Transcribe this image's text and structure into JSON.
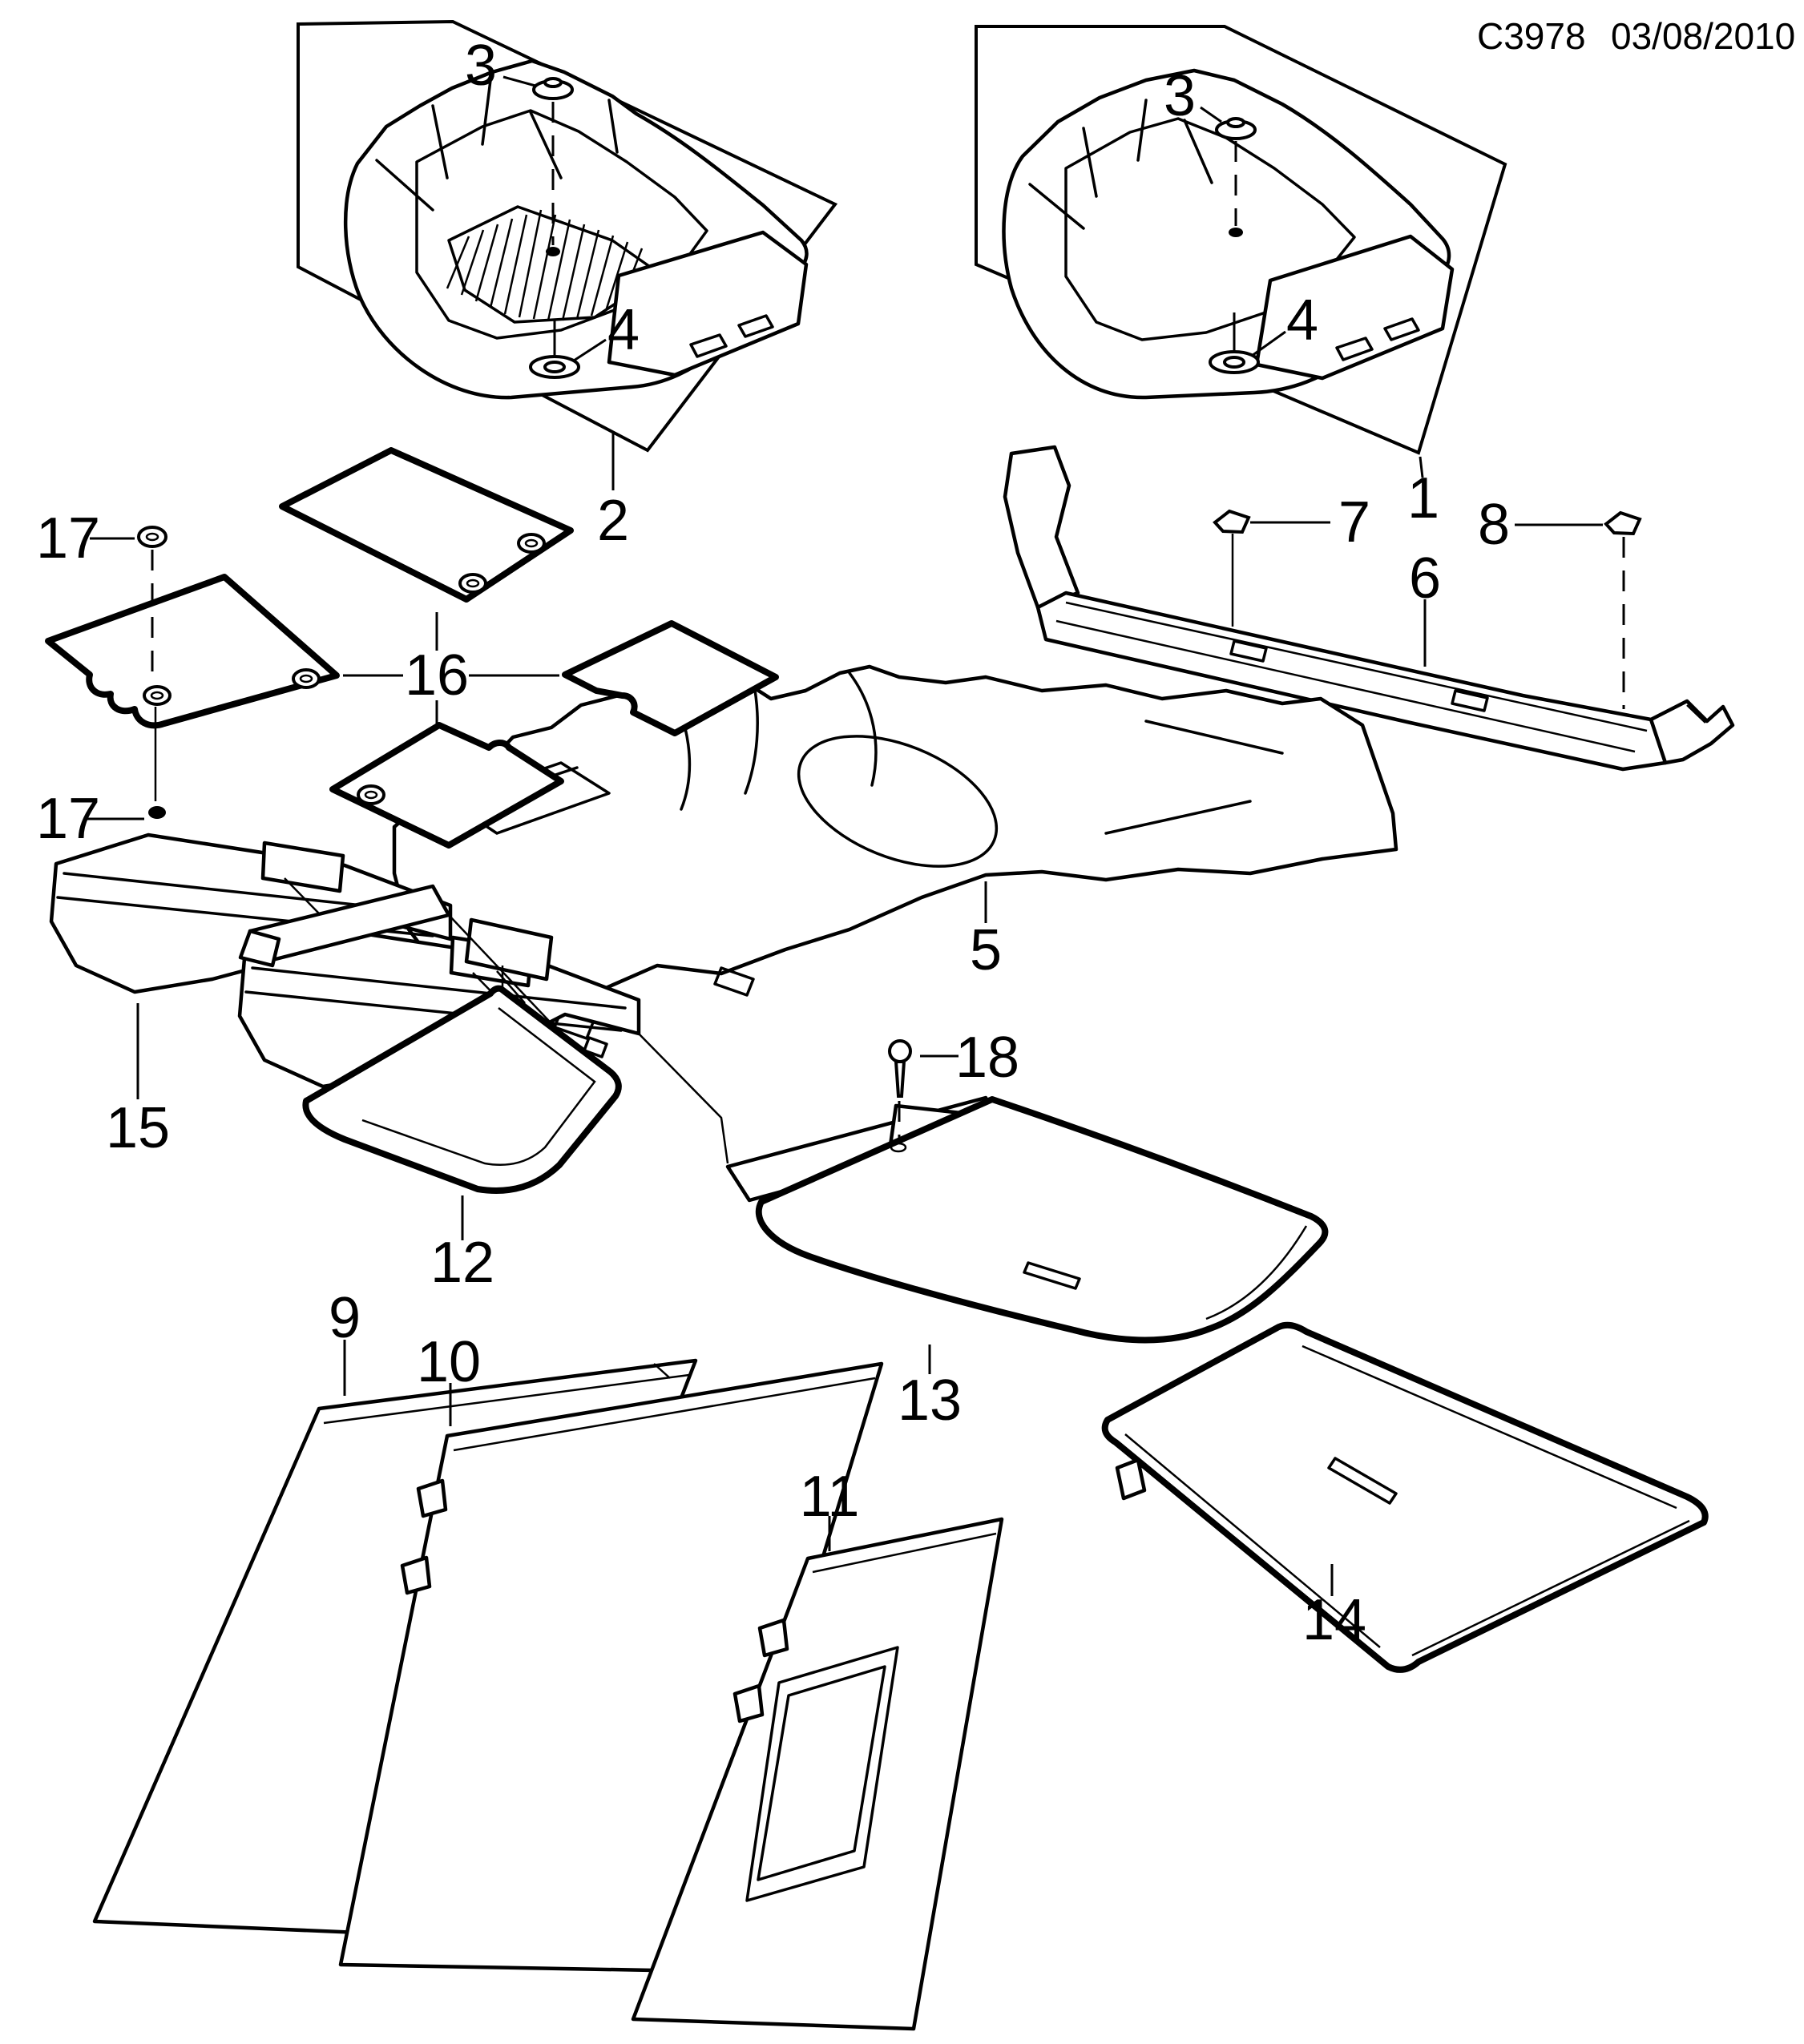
{
  "header": {
    "drawing_code": "C3978",
    "date": "03/08/2010"
  },
  "callouts": {
    "c1": {
      "label": "1"
    },
    "c2": {
      "label": "2"
    },
    "c3_left": {
      "label": "3"
    },
    "c4_left": {
      "label": "4"
    },
    "c3_right": {
      "label": "3"
    },
    "c4_right": {
      "label": "4"
    },
    "c5": {
      "label": "5"
    },
    "c6": {
      "label": "6"
    },
    "c7": {
      "label": "7"
    },
    "c8": {
      "label": "8"
    },
    "c9": {
      "label": "9"
    },
    "c10": {
      "label": "10"
    },
    "c11": {
      "label": "11"
    },
    "c12": {
      "label": "12"
    },
    "c13": {
      "label": "13"
    },
    "c14": {
      "label": "14"
    },
    "c15": {
      "label": "15"
    },
    "c16": {
      "label": "16"
    },
    "c17_top": {
      "label": "17"
    },
    "c17_bottom": {
      "label": "17"
    },
    "c18": {
      "label": "18"
    }
  },
  "colors": {
    "line": "#000000",
    "background": "#ffffff"
  }
}
